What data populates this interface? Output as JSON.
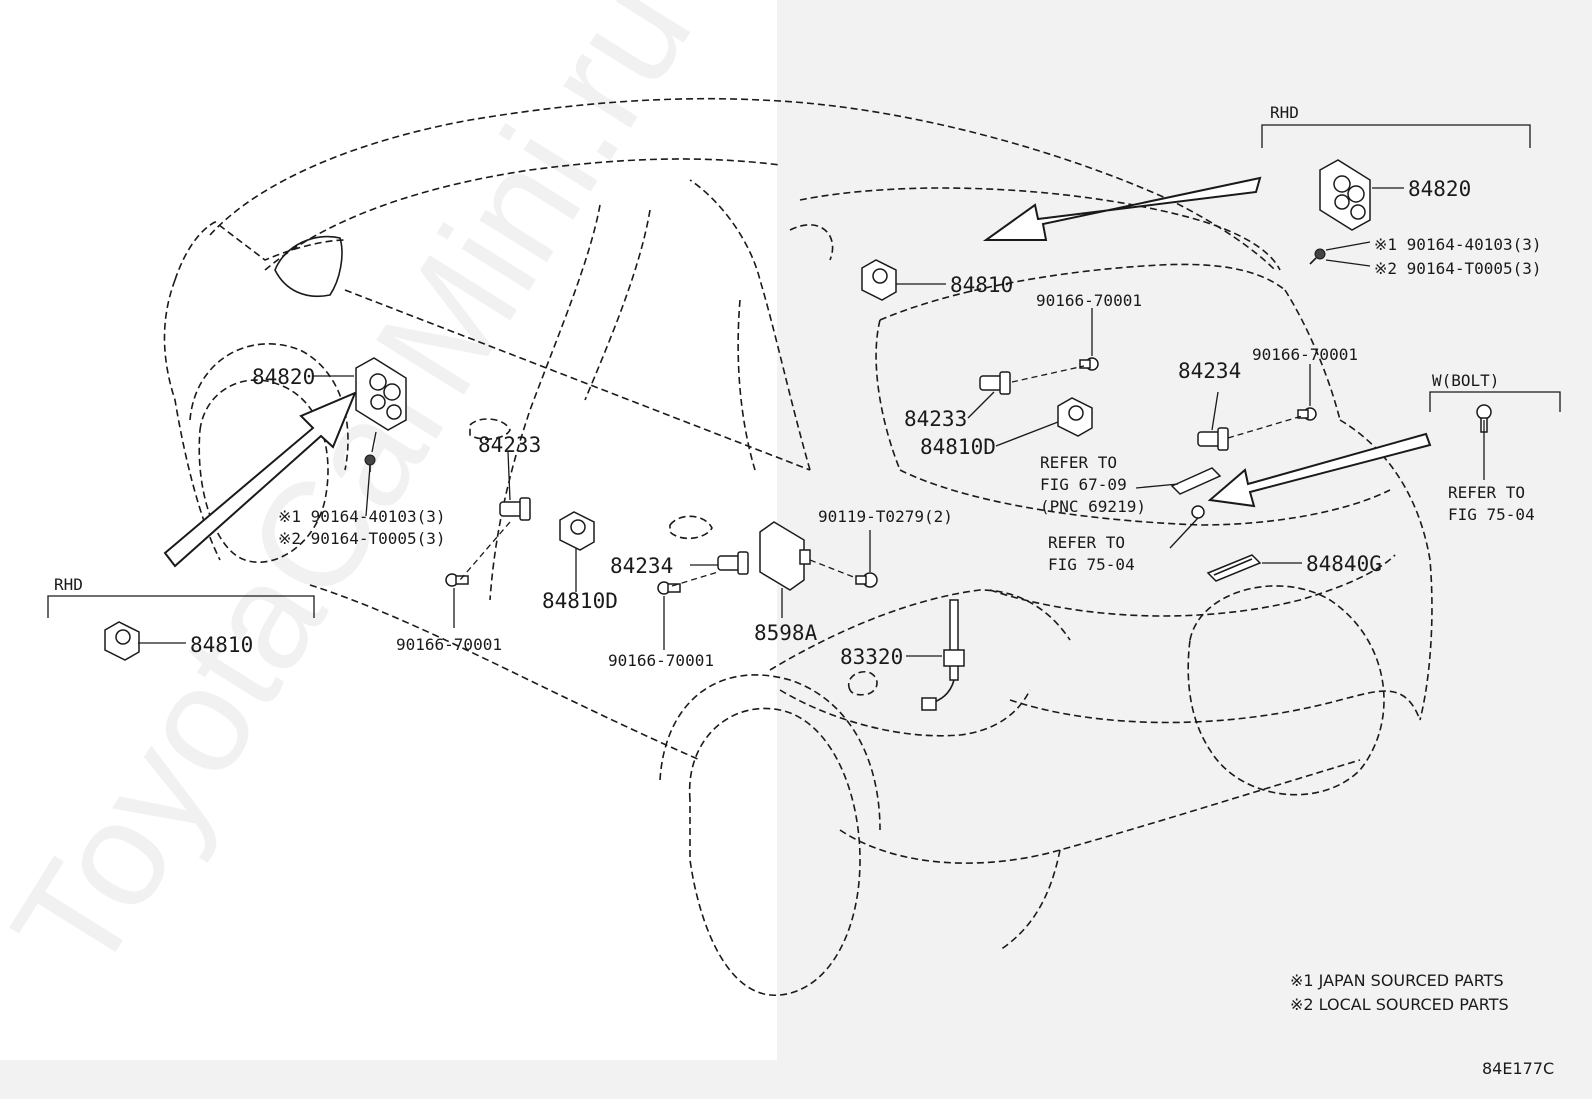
{
  "watermark": "ToyotaCarMini.ru",
  "part_numbers": {
    "p84820_right": "84820",
    "p84810_top": "84810",
    "p84820_left": "84820",
    "p84810_left": "84810",
    "p84233_left": "84233",
    "p84233_center": "84233",
    "p84234_center": "84234",
    "p84234_right": "84234",
    "p84810D_center": "84810D",
    "p84810D_right": "84810D",
    "p8598A": "8598A",
    "p83320": "83320",
    "p84840G": "84840G"
  },
  "bolts": {
    "b90166_a": "90166-70001",
    "b90166_b": "90166-70001",
    "b90166_c": "90166-70001",
    "b90166_d": "90166-70001",
    "b90119": "90119-T0279(2)",
    "screw_r1": "※1 90164-40103(3)",
    "screw_r2": "※2 90164-T0005(3)",
    "screw_l1": "※1 90164-40103(3)",
    "screw_l2": "※2 90164-T0005(3)"
  },
  "groups": {
    "rhd_top": "RHD",
    "rhd_left": "RHD",
    "w_bolt": "W(BOLT)"
  },
  "references": {
    "ref_67_09": [
      "REFER TO",
      "FIG 67-09",
      "(PNC 69219)"
    ],
    "ref_75_04_center": [
      "REFER TO",
      "FIG 75-04"
    ],
    "ref_75_04_right": [
      "REFER TO",
      "FIG 75-04"
    ]
  },
  "notes": {
    "note1": "※1 JAPAN SOURCED PARTS",
    "note2": "※2 LOCAL SOURCED PARTS"
  },
  "figure_code": "84E177C"
}
